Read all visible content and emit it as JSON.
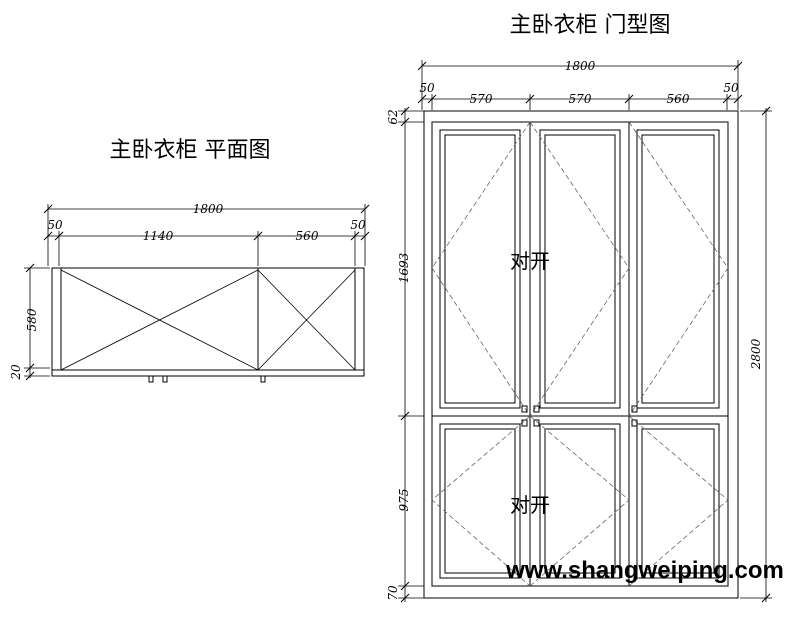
{
  "titles": {
    "elevation": "主卧衣柜 门型图",
    "plan": "主卧衣柜 平面图"
  },
  "plan": {
    "dims_top": {
      "total": "1800",
      "left": "50",
      "mid": "1140",
      "mid2": "560",
      "right": "50"
    },
    "dims_left": {
      "depth": "580",
      "base": "20"
    }
  },
  "elevation": {
    "dims_top": {
      "total": "1800",
      "left": "50",
      "d1": "570",
      "d2": "570",
      "d3": "560",
      "right": "50"
    },
    "dims_left": {
      "top": "62",
      "upper": "1693",
      "lower": "975",
      "bottom": "70"
    },
    "dims_right": {
      "height": "2800"
    },
    "door_labels": {
      "upper": "对开",
      "lower": "对开"
    }
  },
  "watermark": "www.shangweiping.com"
}
